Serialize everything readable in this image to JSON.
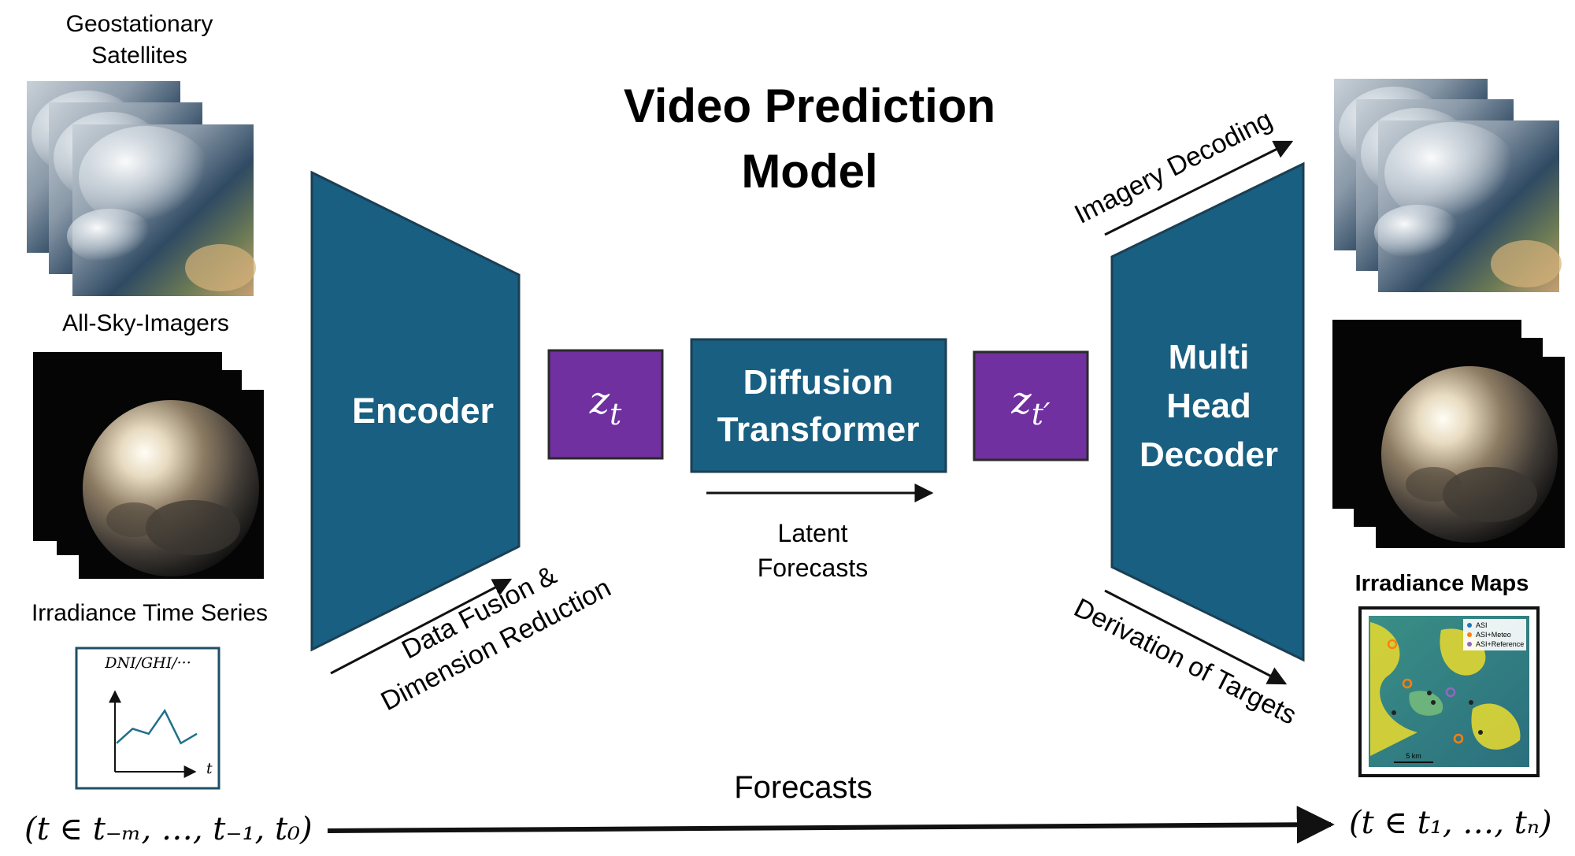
{
  "title_line1": "Video Prediction",
  "title_line2": "Model",
  "inputs": {
    "satellites_line1": "Geostationary",
    "satellites_line2": "Satellites",
    "all_sky": "All-Sky-Imagers",
    "irradiance_ts": "Irradiance Time Series",
    "ts_plot_label": "DNI/GHI/···",
    "ts_plot_axis": "t",
    "ts_values": [
      0.35,
      0.55,
      0.48,
      0.8,
      0.35,
      0.48
    ]
  },
  "encoder": {
    "label": "Encoder"
  },
  "latent_in": {
    "base": "z",
    "sub": "t"
  },
  "transformer": {
    "line1": "Diffusion",
    "line2": "Transformer"
  },
  "latent_out": {
    "base": "z",
    "sub": "t′"
  },
  "decoder": {
    "line1": "Multi",
    "line2": "Head",
    "line3": "Decoder"
  },
  "annotations": {
    "data_fusion_line1": "Data Fusion &",
    "data_fusion_line2": "Dimension Reduction",
    "latent_forecasts_line1": "Latent",
    "latent_forecasts_line2": "Forecasts",
    "imagery_decoding": "Imagery Decoding",
    "derivation": "Derivation of Targets",
    "forecasts": "Forecasts"
  },
  "outputs": {
    "irradiance_maps": "Irradiance Maps",
    "legend": [
      "ASI",
      "ASI+Meteo",
      "ASI+Reference"
    ],
    "scale": "5 km"
  },
  "timeline": {
    "past": "(t ∈ t₋ₘ, …, t₋₁, t₀)",
    "future": "(t ∈ t₁, …, tₙ)"
  },
  "colors": {
    "block": "#185F82",
    "latent": "#7030A0",
    "line": "#111111"
  }
}
